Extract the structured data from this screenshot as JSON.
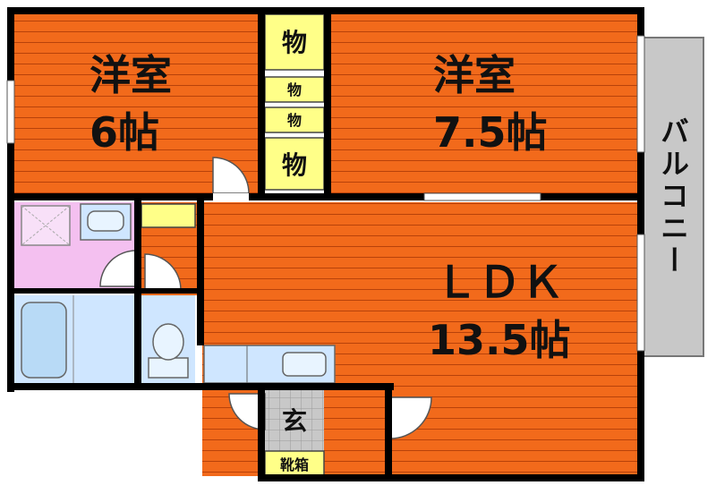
{
  "rooms": {
    "western_left": {
      "name": "洋室",
      "size": "6帖"
    },
    "western_right": {
      "name": "洋室",
      "size": "7.5帖"
    },
    "ldk": {
      "name": "ＬＤＫ",
      "size": "13.5帖"
    }
  },
  "storage": {
    "large": "物",
    "small": "物"
  },
  "entrance": {
    "label": "玄",
    "shoe_box": "靴箱"
  },
  "balcony": {
    "label": "バルコニー"
  },
  "colors": {
    "room_floor": "#f26a1b",
    "floor_line": "#b8420a",
    "wall": "#000000",
    "storage": "#ffff88",
    "wet_area": "#cfe6ff",
    "washroom": "#f4c0f0",
    "entrance": "#c8c8c8",
    "balcony": "#c8c8c8"
  }
}
